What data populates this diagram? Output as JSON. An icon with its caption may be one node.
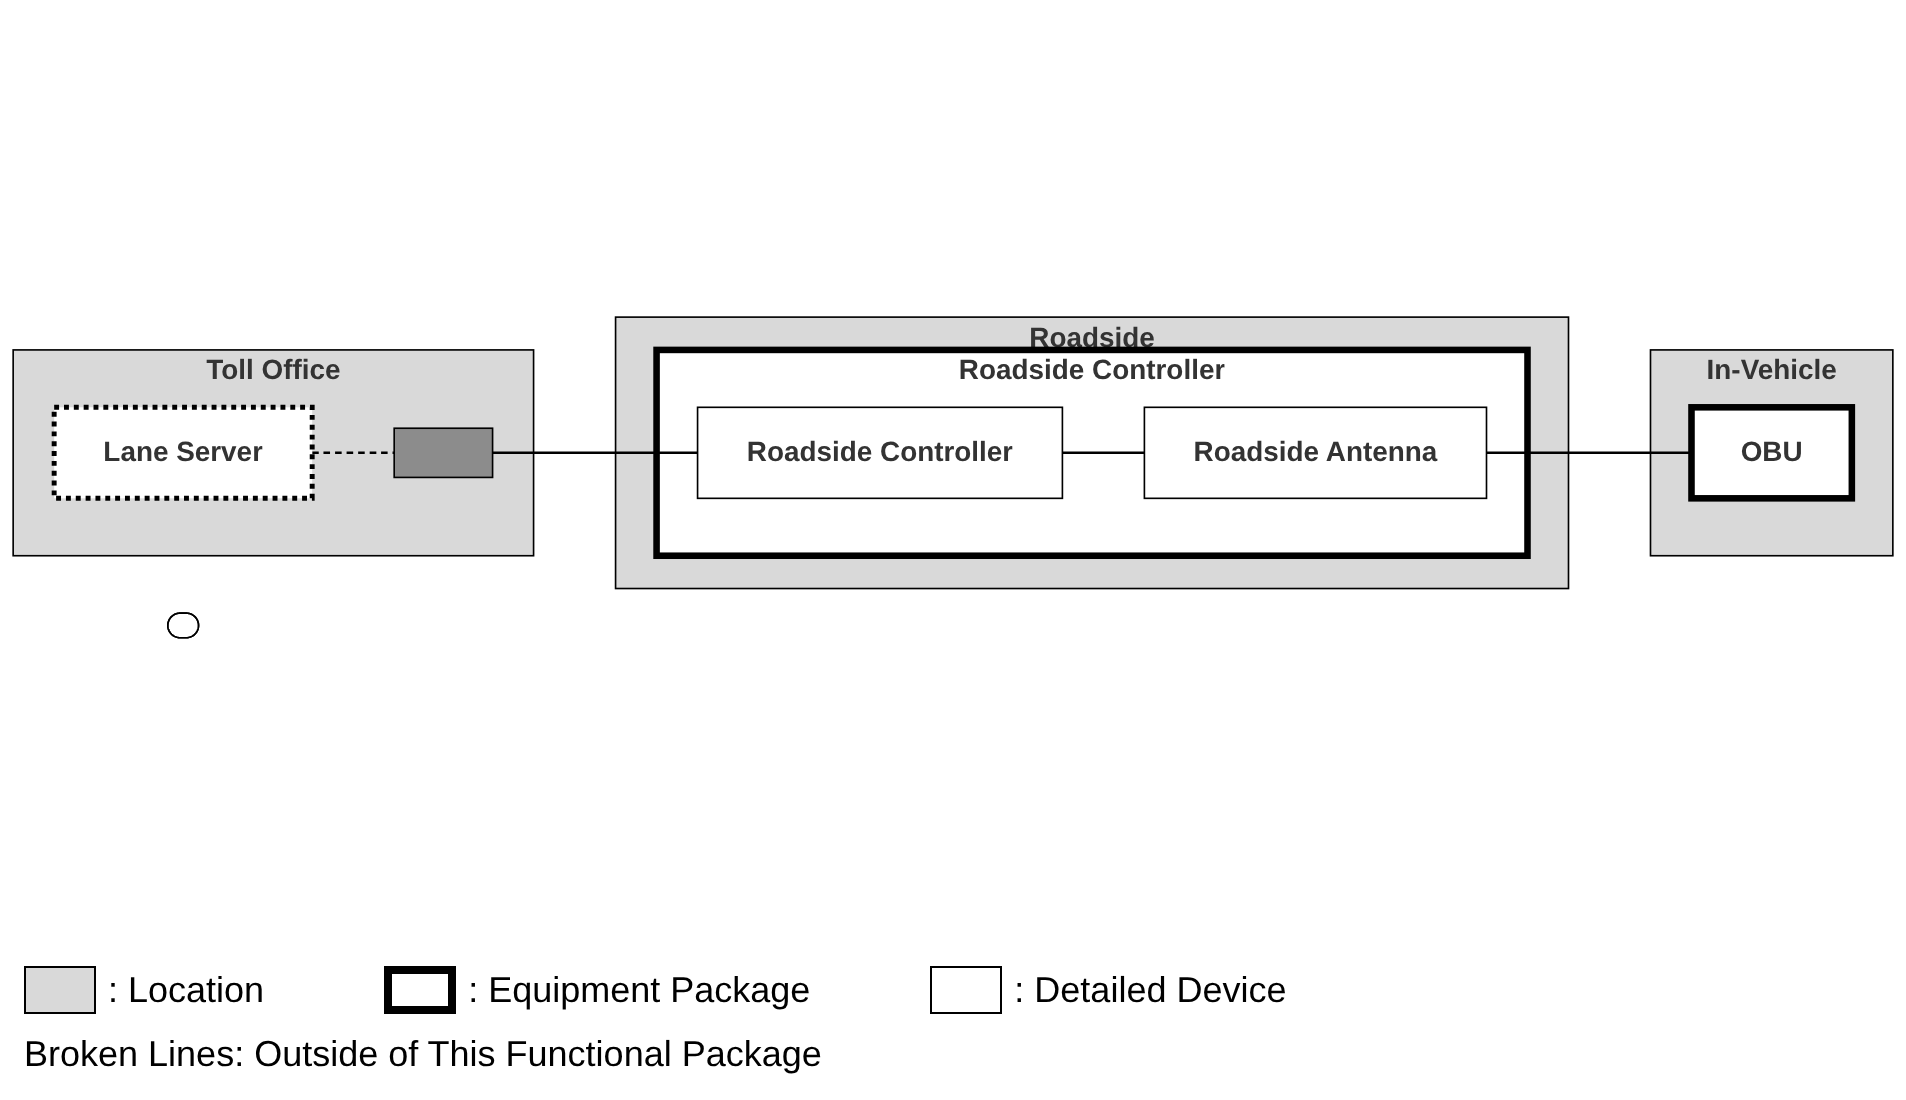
{
  "diagram": {
    "nodes": [
      {
        "text": [
          "Toll Office"
        ]
      },
      {
        "text": [
          "Lane Server"
        ],
        "in": 0
      },
      {
        "text": [
          "Roadside"
        ]
      },
      {
        "text": [
          "Roadside Controller"
        ],
        "in": 2
      },
      {
        "text": [
          "Roadside Controller"
        ],
        "in": 3
      },
      {
        "text": [
          "Roadside Antenna"
        ],
        "in": 3
      },
      {
        "text": [
          "In-Vehicle"
        ]
      },
      {
        "text": [
          "OBU"
        ],
        "in": 6
      },
      {
        "text": [],
        "shape": "oval"
      },
      {
        "text": [],
        "shape": "box",
        "in": 0
      }
    ],
    "edges": [
      {
        "from": 1,
        "to": 9,
        "arrow": "none",
        "style": "dashed"
      },
      {
        "from": 9,
        "to": 4,
        "arrow": "none"
      },
      {
        "from": 4,
        "to": 5,
        "arrow": "none"
      },
      {
        "from": 5,
        "to": 7,
        "arrow": "none"
      }
    ],
    "labels": [
      "Broken Lines: Outside of This Functional Package"
    ],
    "legend": [
      {
        "text": ": Location",
        "color": "#d9d9d9"
      },
      {
        "text": ": Equipment Package"
      },
      {
        "text": ": Detailed Device"
      }
    ]
  }
}
